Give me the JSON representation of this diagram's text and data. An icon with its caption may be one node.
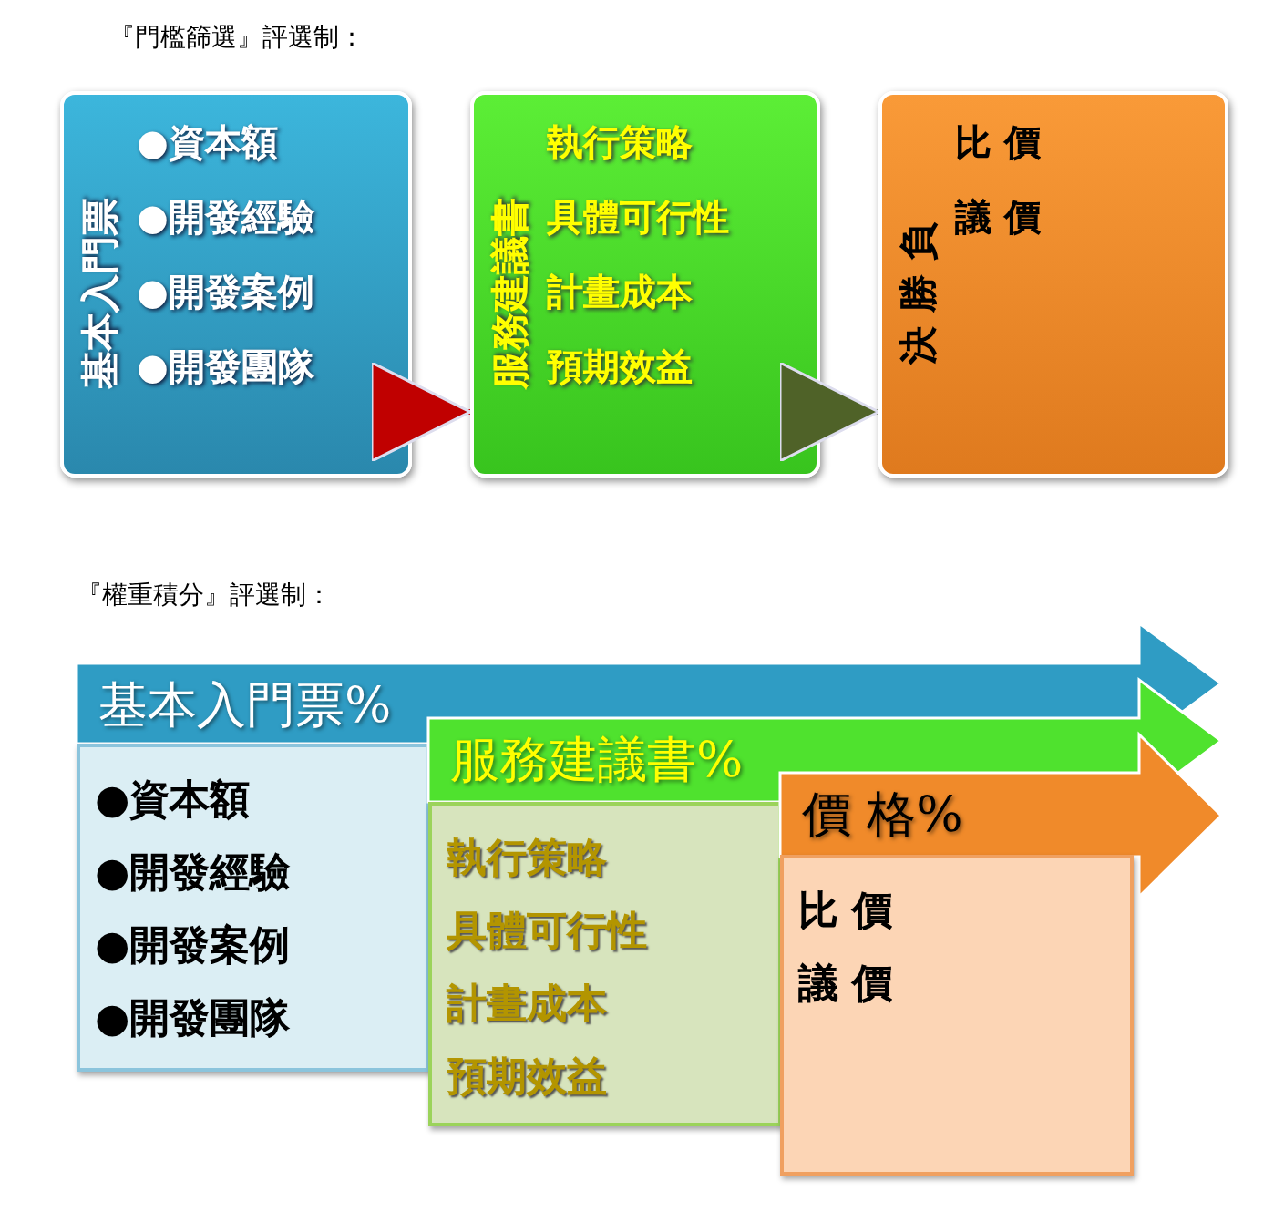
{
  "diagram": {
    "nodes": [
      {
        "text": [
          "基本入門票",
          "●資本額",
          "●開發經驗",
          "●開發案例",
          "●開發團隊"
        ]
      },
      {
        "text": [
          "服務建議書",
          "執行策略",
          "具體可行性",
          "計畫成本",
          "預期效益"
        ]
      },
      {
        "text": [
          "決 勝 負",
          "比 價",
          "議 價"
        ]
      },
      {
        "text": [
          "基本入門票%"
        ]
      },
      {
        "text": [
          "●資本額",
          "●開發經驗",
          "●開發案例",
          "●開發團隊"
        ]
      },
      {
        "text": [
          "服務建議書%"
        ]
      },
      {
        "text": [
          "執行策略",
          "具體可行性",
          "計畫成本",
          "預期效益"
        ]
      },
      {
        "text": [
          "價 格%"
        ]
      },
      {
        "text": [
          "比 價",
          "議 價"
        ]
      }
    ],
    "edges": [
      {
        "from": 0,
        "to": 1,
        "arrow": "to",
        "color": "#c00000"
      },
      {
        "from": 1,
        "to": 2,
        "arrow": "to",
        "color": "#4f6228"
      }
    ],
    "labels": [
      "『門檻篩選』評選制：",
      "『權重積分』評選制："
    ]
  }
}
